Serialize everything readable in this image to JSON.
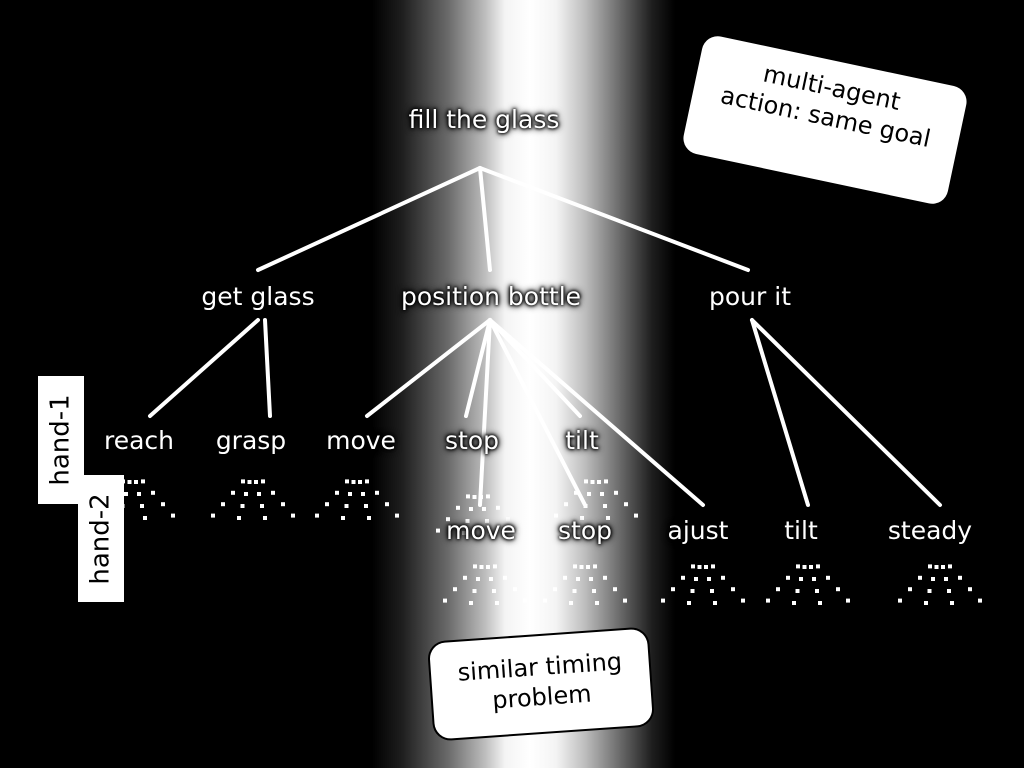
{
  "root": "fill the glass",
  "level1": [
    "get glass",
    "position bottle",
    "pour it"
  ],
  "hand1_actions": [
    "reach",
    "grasp",
    "move",
    "stop",
    "tilt"
  ],
  "hand2_actions": [
    "move",
    "stop",
    "ajust",
    "tilt",
    "steady"
  ],
  "hand_labels": [
    "hand-1",
    "hand-2"
  ],
  "callouts": {
    "multi_agent": [
      "multi-agent",
      "action: same goal"
    ],
    "timing": [
      "similar timing",
      "problem"
    ]
  },
  "colors": {
    "background": "#000000",
    "highlight": "#ffffff",
    "line": "#ffffff",
    "text": "#ffffff"
  }
}
